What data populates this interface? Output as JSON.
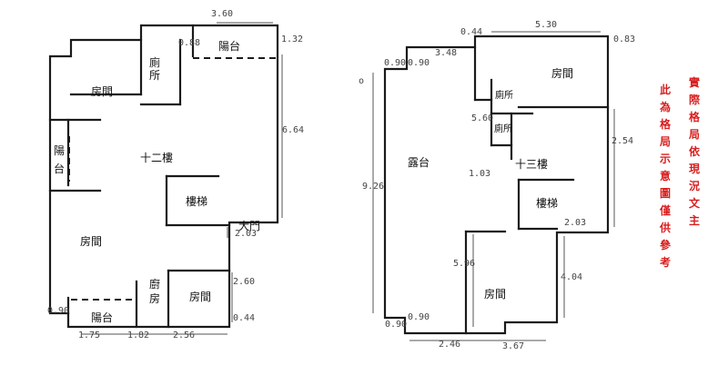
{
  "left_plan": {
    "floor": "十二樓",
    "rooms": {
      "bedroom_tl": "房間",
      "toilet": "廁所",
      "balcony_top": "陽台",
      "balcony_left": "陽台",
      "stairs": "樓梯",
      "main_door": "大門",
      "bedroom_bl": "房間",
      "kitchen": "廚房",
      "bedroom_br": "房間",
      "balcony_bottom": "陽台"
    },
    "dims": {
      "top": "3.60",
      "top_right": "1.32",
      "toilet_w": "0.88",
      "right_side": "6.64",
      "door_step": "2.03",
      "br_height": "2.60",
      "br_corner": "0.44",
      "bottom_left_corner": "0.90",
      "bottom_1": "1.75",
      "bottom_2": "1.82",
      "bottom_3": "2.56"
    }
  },
  "right_plan": {
    "floor": "十三樓",
    "rooms": {
      "terrace": "露台",
      "toilet_1": "廁所",
      "toilet_2": "廁所",
      "bedroom_top": "房間",
      "stairs": "樓梯",
      "bedroom_bottom": "房間"
    },
    "dims": {
      "top_long": "5.30",
      "top_right_corner": "0.83",
      "top_left_corner": "0.44",
      "top_mid": "3.48",
      "tl_0": "0.90",
      "tl_1": "0.90",
      "toilet_stack": "5.60",
      "toilet_step": "1.03",
      "right_top": "2.54",
      "left_side": "9.26",
      "stairs_bottom": "2.03",
      "bottom_inner": "5.96",
      "bottom_right": "4.04",
      "bl_corner_1": "0.90",
      "bl_corner_2": "0.90",
      "bottom_1": "2.46",
      "bottom_2": "3.67",
      "circle_mark": "o"
    }
  },
  "notes": {
    "col1": "實際格局依現況文主",
    "col2": "此為格局示意圖僅供參考"
  },
  "colors": {
    "wall": "#1a1a1a",
    "note": "#d81e1e"
  }
}
